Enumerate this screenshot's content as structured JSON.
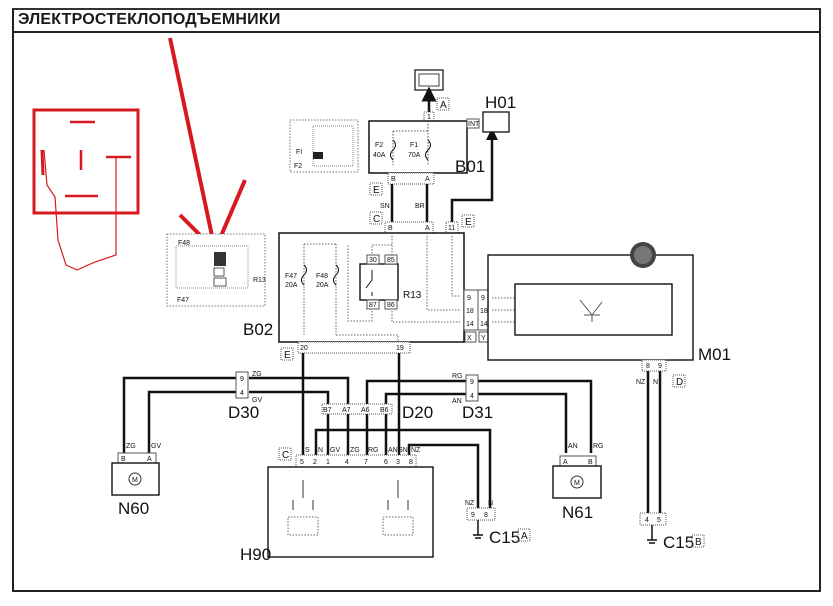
{
  "title": "ЭЛЕКТРОСТЕКЛОПОДЪЕМНИКИ",
  "annotation": {
    "color": "#d71920",
    "arrow": "red-arrow-pointing-to-relay-R13",
    "box": "red-hand-drawn-relay-sketch"
  },
  "components": {
    "battery": {
      "connector": "A",
      "pin": "1"
    },
    "B01": {
      "name": "B01",
      "fuses": [
        {
          "id": "F2",
          "rating": "40A"
        },
        {
          "id": "F1",
          "rating": "70A"
        }
      ],
      "connector_out": "E",
      "pins_out": [
        "B",
        "A"
      ],
      "locator_labels": [
        "FI",
        "F2"
      ]
    },
    "H01": {
      "name": "H01",
      "tag": "INT"
    },
    "B02": {
      "name": "B02",
      "fuses": [
        {
          "id": "F47",
          "rating": "20A"
        },
        {
          "id": "F48",
          "rating": "20A"
        }
      ],
      "relay": {
        "id": "R13",
        "pins": [
          "30",
          "85",
          "87",
          "86"
        ]
      },
      "connector_in": "C",
      "pins_in": [
        "B",
        "A",
        "11"
      ],
      "connector_in2": "E",
      "side_pins_left": [
        "9",
        "18",
        "14"
      ],
      "side_pins_right": [
        "9",
        "18",
        "14"
      ],
      "side_connectors": [
        "X",
        "Y"
      ],
      "bottom_connector": "E",
      "bottom_pins": [
        "20",
        "19"
      ],
      "locator_labels": [
        "F48",
        "R13",
        "F47"
      ]
    },
    "M01": {
      "name": "M01",
      "pins": [
        "8",
        "9"
      ],
      "connector": "D",
      "wires": [
        "NZ",
        "N"
      ]
    },
    "D30": {
      "name": "D30",
      "pins": [
        "9",
        "4"
      ],
      "wires": [
        "ZG",
        "GV"
      ]
    },
    "D20": {
      "name": "D20",
      "pins": [
        "B7",
        "A7",
        "A6",
        "B6"
      ]
    },
    "D31": {
      "name": "D31",
      "pins": [
        "9",
        "4"
      ],
      "wires": [
        "RG",
        "AN"
      ]
    },
    "N60": {
      "name": "N60",
      "pins": [
        "B",
        "A"
      ],
      "wires": [
        "ZG",
        "GV"
      ],
      "motor": "M"
    },
    "N61": {
      "name": "N61",
      "pins": [
        "A",
        "B"
      ],
      "wires": [
        "AN",
        "RG"
      ],
      "motor": "M"
    },
    "H90": {
      "name": "H90",
      "connector": "C",
      "pins": [
        "5",
        "2",
        "1",
        "4",
        "7",
        "6",
        "3",
        "8"
      ],
      "wires": [
        "S",
        "N",
        "GV",
        "ZG",
        "RG",
        "AN",
        "SN",
        "NZ"
      ]
    },
    "C15A": {
      "name": "C15",
      "tag": "A",
      "pins": [
        "9",
        "8"
      ],
      "wires": [
        "NZ",
        "N"
      ]
    },
    "C15B": {
      "name": "C15",
      "tag": "B",
      "pins": [
        "4",
        "5"
      ]
    }
  },
  "wire_labels": {
    "b01_to_b02": [
      "SN",
      "BR"
    ]
  }
}
